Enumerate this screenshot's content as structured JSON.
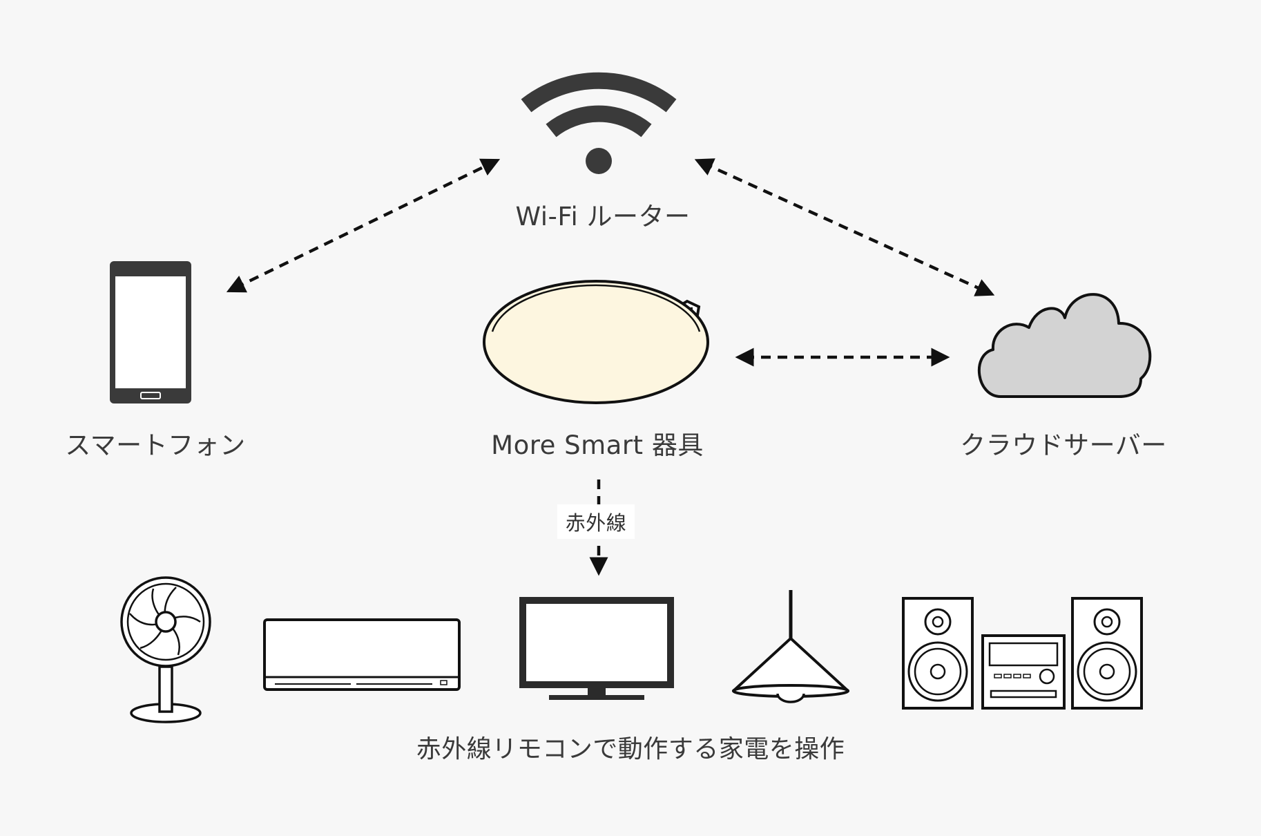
{
  "labels": {
    "router": "Wi-Fi ルーター",
    "phone": "スマートフォン",
    "fixture": "More Smart 器具",
    "cloud": "クラウドサーバー",
    "infrared": "赤外線",
    "caption": "赤外線リモコンで動作する家電を操作"
  },
  "icons": {
    "router": "wifi-icon",
    "phone": "smartphone-icon",
    "fixture": "ceiling-light-icon",
    "cloud": "cloud-icon",
    "appliances": [
      "fan-icon",
      "air-conditioner-icon",
      "tv-icon",
      "pendant-lamp-icon",
      "stereo-icon"
    ]
  },
  "colors": {
    "background": "#f7f7f7",
    "line": "#111111",
    "wifi": "#3a3a3a",
    "fixture_fill": "#fdf6e0",
    "cloud_fill": "#d3d3d3"
  }
}
